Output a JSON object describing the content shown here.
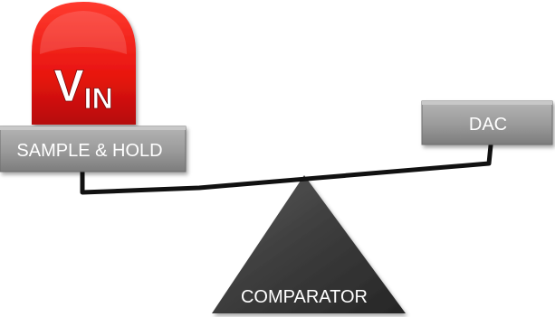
{
  "diagram": {
    "left_block": {
      "label": "SAMPLE & HOLD"
    },
    "right_block": {
      "label": "DAC"
    },
    "input_weight": {
      "main": "V",
      "subscript": "IN",
      "color": "#e8140f"
    },
    "fulcrum": {
      "label": "COMPARATOR"
    },
    "colors": {
      "box_fill": "#9a9a9a",
      "box_edge": "#6e6e6e",
      "fulcrum_fill": "#404040",
      "beam": "#111111",
      "text_light": "#ffffff"
    }
  }
}
